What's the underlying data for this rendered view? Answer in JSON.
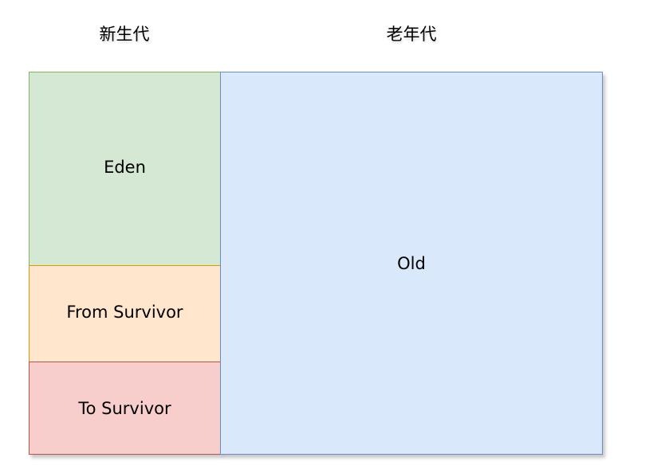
{
  "headers": {
    "young_generation": "新生代",
    "old_generation": "老年代"
  },
  "regions": {
    "eden": "Eden",
    "from_survivor": "From Survivor",
    "to_survivor": "To Survivor",
    "old": "Old"
  },
  "colors": {
    "eden_fill": "#d5e8d4",
    "eden_stroke": "#82b366",
    "from_fill": "#ffe6cc",
    "from_stroke": "#d79b00",
    "to_fill": "#f8cecc",
    "to_stroke": "#b85450",
    "old_fill": "#dae8fc",
    "old_stroke": "#6c8ebf"
  }
}
